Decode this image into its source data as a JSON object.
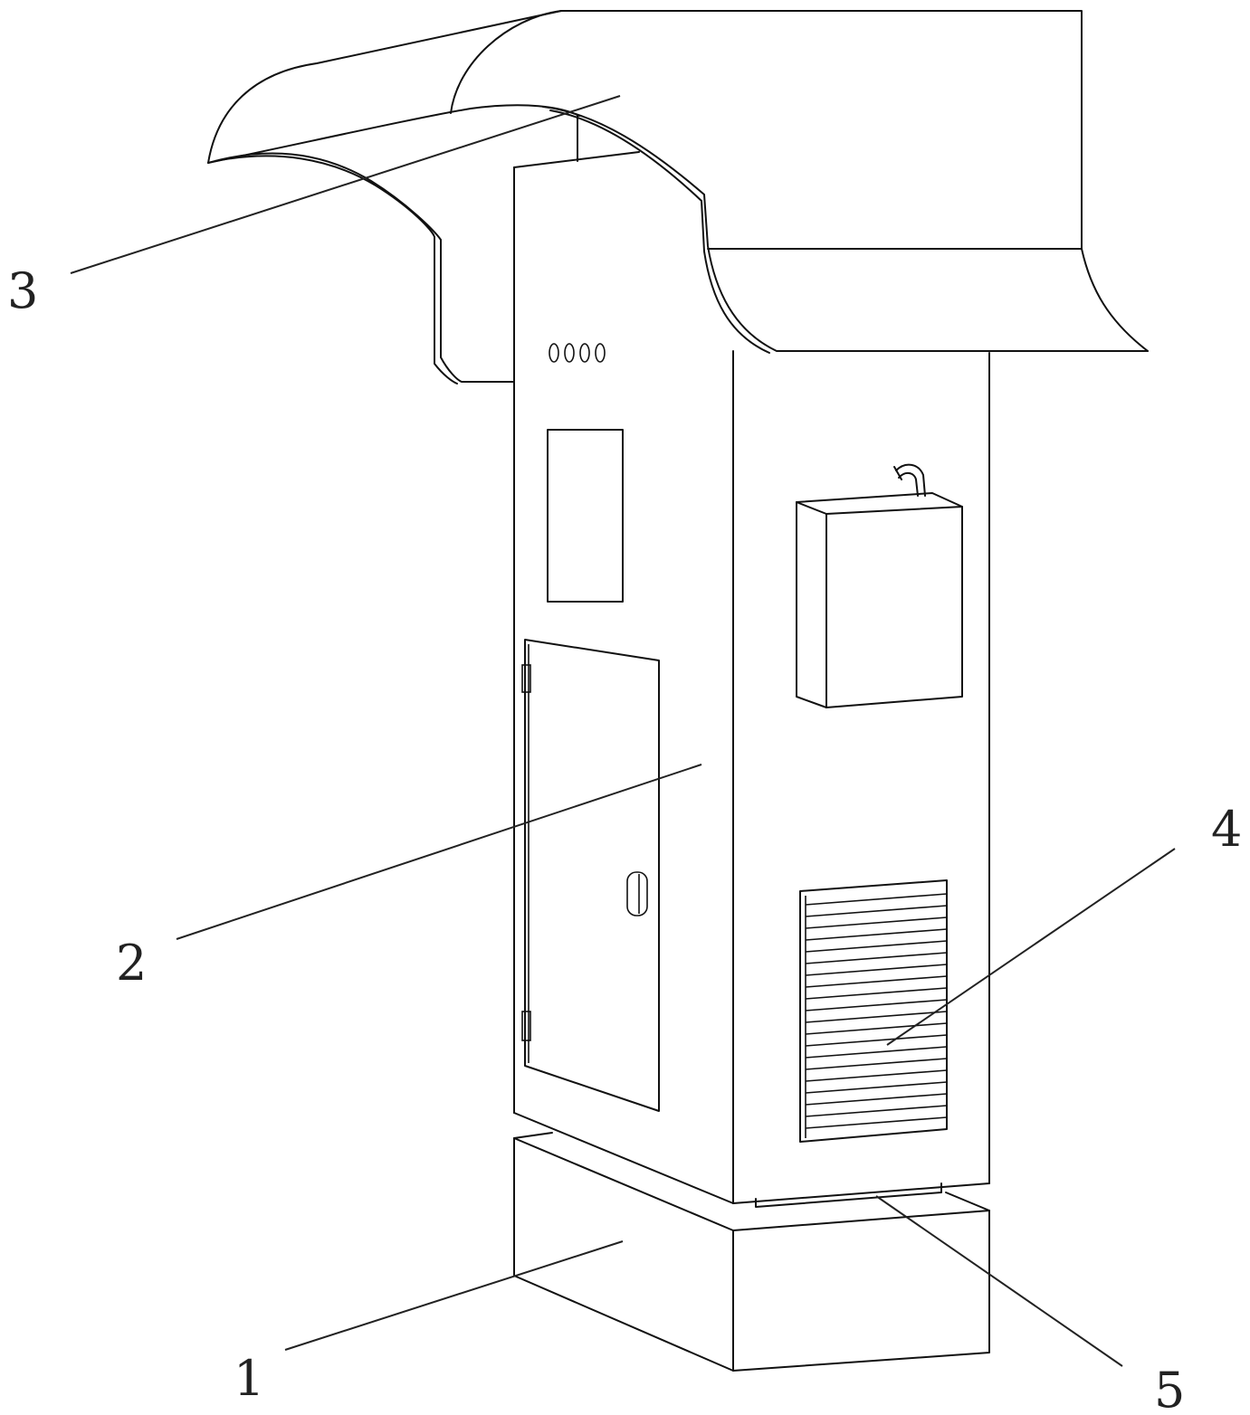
{
  "callouts": {
    "base": "1",
    "cabinet": "2",
    "canopy": "3",
    "louver": "4",
    "gap": "5"
  },
  "indicator": {
    "lights": "0000"
  },
  "colors": {
    "line": "#111111",
    "background": "#ffffff"
  }
}
